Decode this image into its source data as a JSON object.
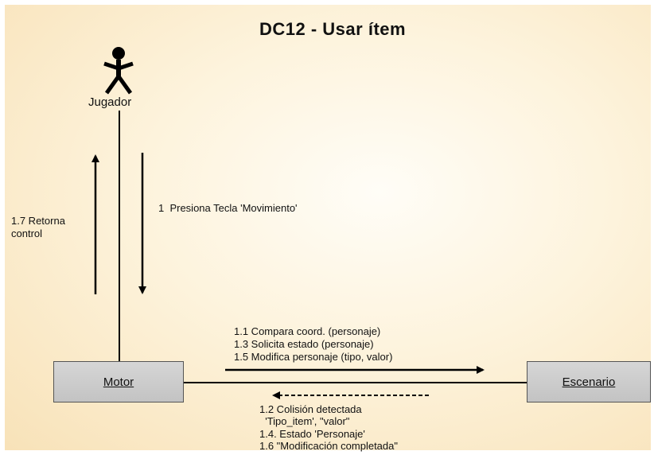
{
  "title": "DC12 - Usar ítem",
  "actors": {
    "player": "Jugador"
  },
  "objects": {
    "motor": "Motor",
    "escenario": "Escenario"
  },
  "messages": {
    "m1": "1  Presiona Tecla 'Movimiento'",
    "m17_line1": "1.7 Retorna",
    "m17_line2": "control",
    "m11": "1.1 Compara coord. (personaje)",
    "m13": "1.3 Solicita estado (personaje)",
    "m15": "1.5 Modifica personaje (tipo, valor)",
    "m12_line1": "1.2 Colisión detectada",
    "m12_line2": "  'Tipo_item', \"valor\"",
    "m14": "1.4. Estado 'Personaje'",
    "m16": "1.6 \"Modificación completada\""
  }
}
